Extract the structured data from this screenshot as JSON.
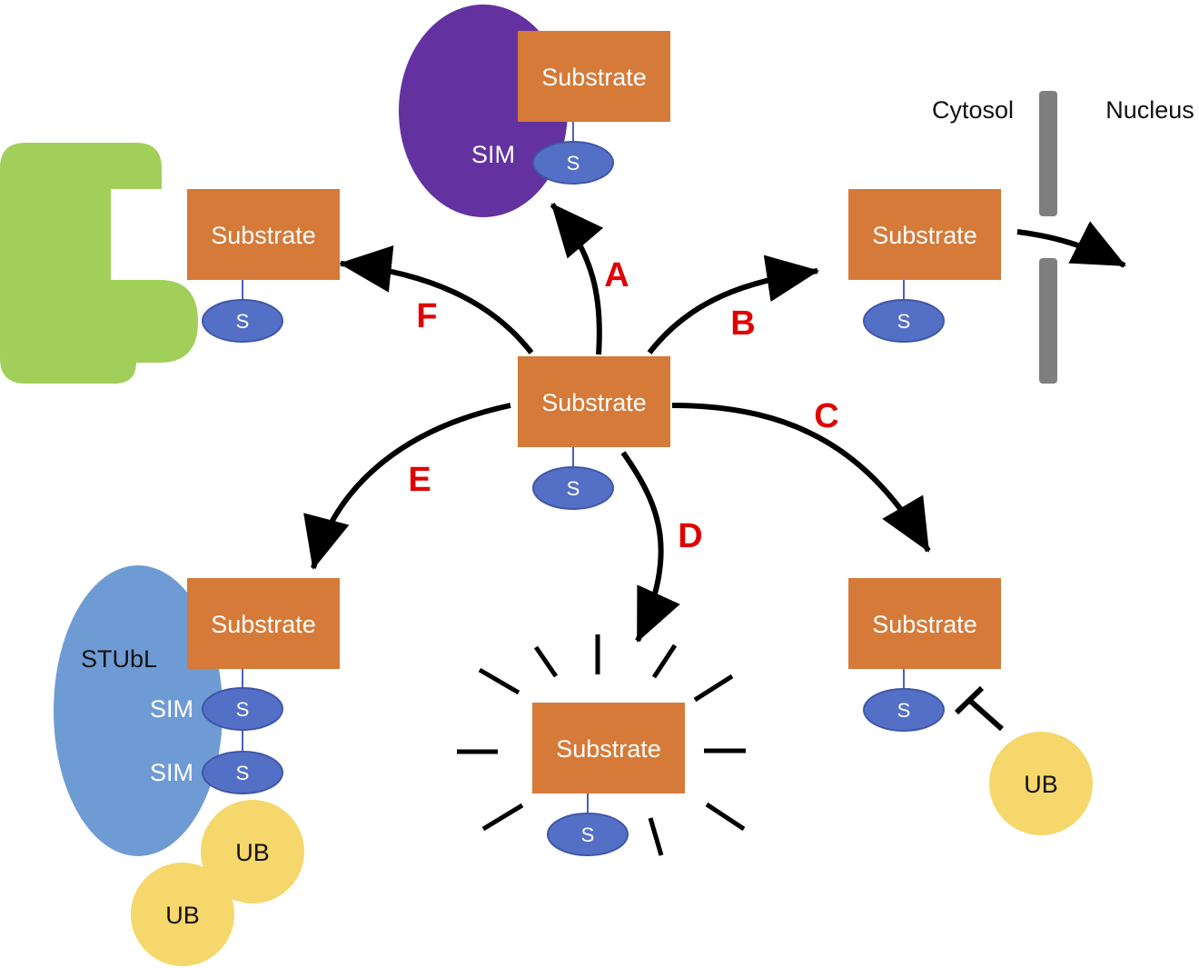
{
  "colors": {
    "substrate": "#d57a39",
    "sumo": "#5470c6",
    "sim_protein": "#6331a0",
    "stubl": "#6f9bd4",
    "ubiquitin": "#f5d76b",
    "effector": "#a2cf5a",
    "pore": "#7f7f7f",
    "arrow": "#000000",
    "pathway_letter": "#e00000"
  },
  "labels": {
    "substrate": "Substrate",
    "sumo": "S",
    "sim": "SIM",
    "stubl": "STUbL",
    "ub": "UB",
    "cytosol": "Cytosol",
    "nucleus": "Nucleus"
  },
  "pathways": {
    "a": "A",
    "b": "B",
    "c": "C",
    "d": "D",
    "e": "E",
    "f": "F"
  }
}
